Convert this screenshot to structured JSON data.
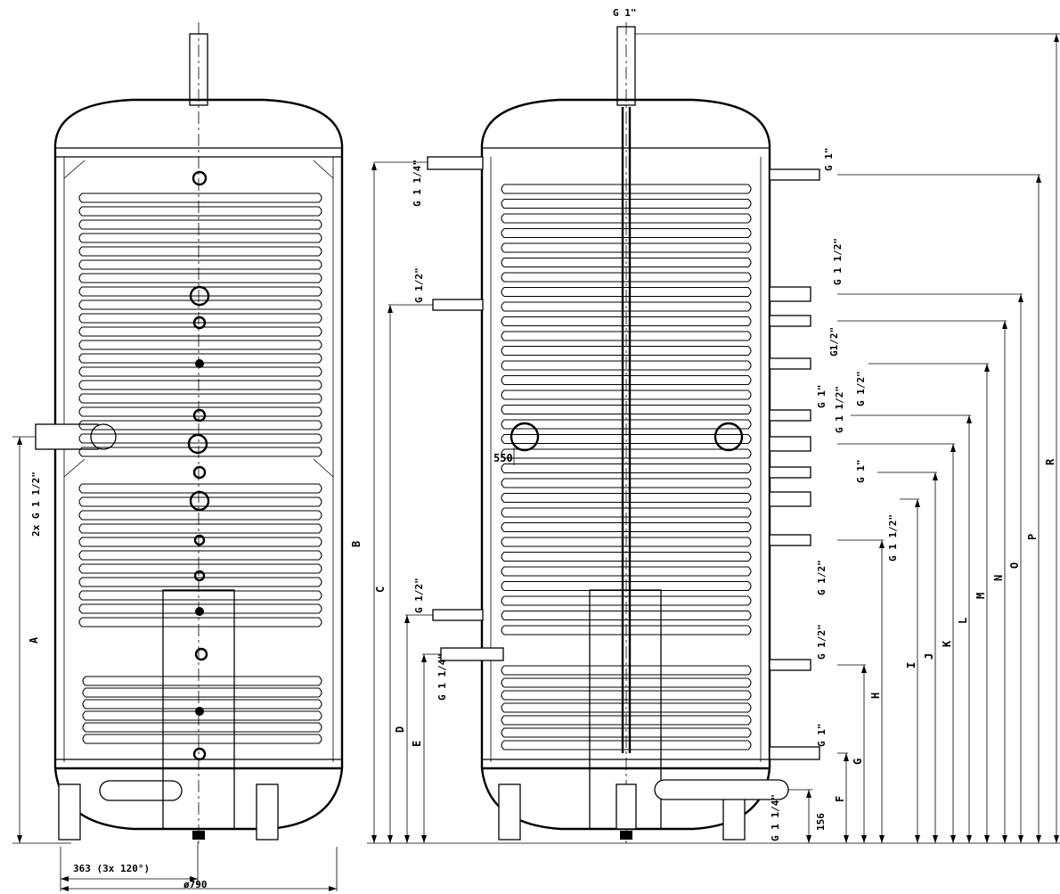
{
  "labels": {
    "top_connection": "G 1\"",
    "left_side_connection": "2x G 1 1/2\"",
    "dim_A": "A",
    "angle_note": "363 (3x 120°)",
    "diameter": "ø790",
    "dim_B": "B",
    "dim_C": "C",
    "dim_D": "D",
    "dim_E": "E",
    "left_g114_top": "G 1 1/4\"",
    "left_g12_top": "G 1/2\"",
    "left_g12_low": "G 1/2\"",
    "left_g114_low": "G 1 1/4\"",
    "flange_550": "550",
    "right_g1_top": "G 1\"",
    "right_g112_a": "G 1 1/2\"",
    "right_g12_a": "G1/2\"",
    "right_g12_b": "G 1/2\"",
    "right_g1_mid": "G 1\"",
    "right_g112_b": "G 1 1/2\"",
    "right_g1_c": "G 1\"",
    "right_g112_c": "G 1 1/2\"",
    "right_g12_c": "G 1/2\"",
    "right_g12_d": "G 1/2\"",
    "right_g1_bottom": "G 1\"",
    "bottom_g114": "G 1 1/4\"",
    "dim_156": "156",
    "dim_F": "F",
    "dim_G": "G",
    "dim_H": "H",
    "dim_I": "I",
    "dim_J": "J",
    "dim_K": "K",
    "dim_L": "L",
    "dim_M": "M",
    "dim_N": "N",
    "dim_O": "O",
    "dim_P": "P",
    "dim_R": "R"
  }
}
